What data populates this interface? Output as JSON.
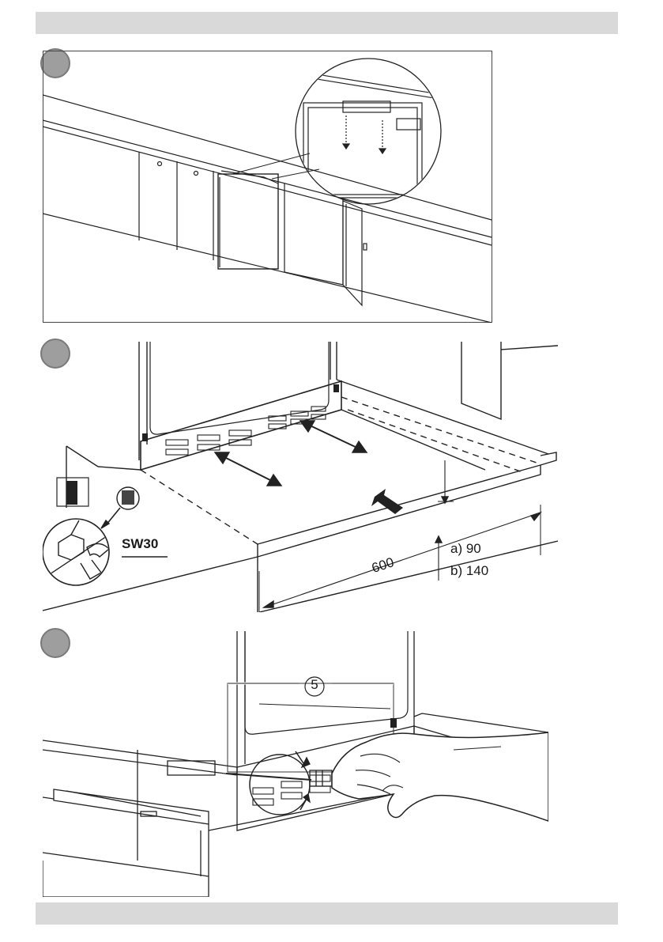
{
  "figure2": {
    "wrench_label": "SW30",
    "depth_label": "600",
    "height_a": "a) 90",
    "height_b": "b) 140"
  },
  "figure3": {
    "callout_number": "5"
  }
}
